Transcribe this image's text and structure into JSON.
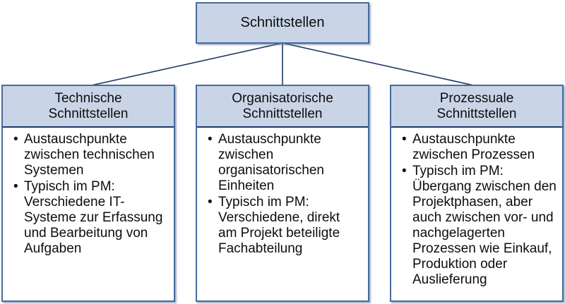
{
  "diagram": {
    "root_label": "Schnittstellen",
    "bullet_glyph": "•",
    "columns": [
      {
        "title": "Technische\nSchnittstellen",
        "bullets": [
          "Austauschpunkte\nzwischen technischen\nSystemen",
          "Typisch im PM:\nVerschiedene IT-\nSysteme zur Erfassung\nund Bearbeitung von\nAufgaben"
        ]
      },
      {
        "title": "Organisatorische\nSchnittstellen",
        "bullets": [
          "Austauschpunkte\nzwischen\norganisatorischen\nEinheiten",
          "Typisch im PM:\nVerschiedene, direkt\nam Projekt beteiligte\nFachabteilung"
        ]
      },
      {
        "title": "Prozessuale\nSchnittstellen",
        "bullets": [
          "Austauschpunkte\nzwischen Prozessen",
          "Typisch im PM:\nÜbergang zwischen den\nProjektphasen, aber\nauch zwischen vor- und\nnachgelagerten\nProzessen wie Einkauf,\nProduktion oder\nAuslieferung"
        ]
      }
    ]
  },
  "colors": {
    "box_fill": "#c9d5e7",
    "box_border": "#466a9e",
    "divider": "#1f3864",
    "connector": "#1f3864",
    "text": "#0d0d0d",
    "shadow": "#9fb4cf"
  }
}
